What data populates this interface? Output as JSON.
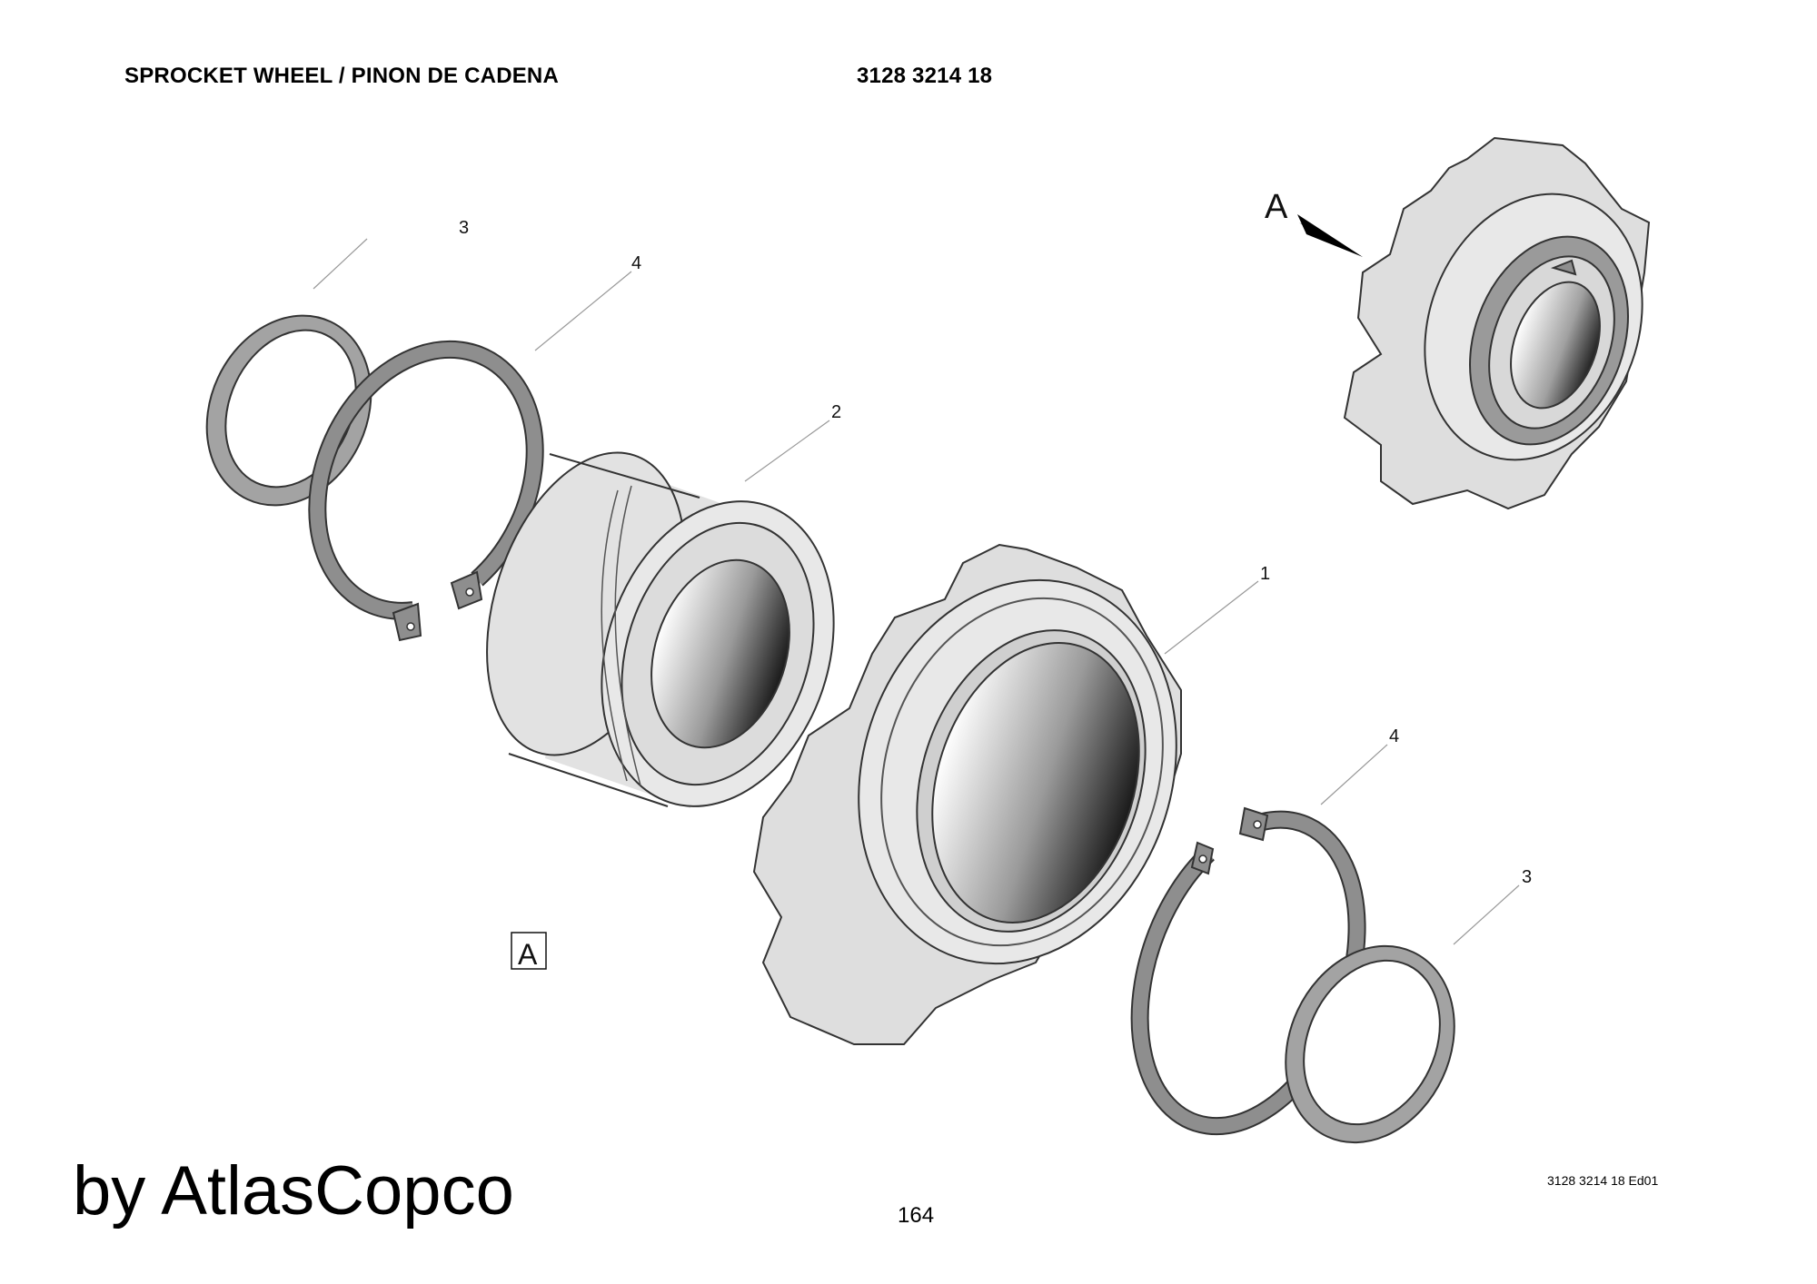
{
  "header": {
    "title": "SPROCKET WHEEL / PINON DE CADENA",
    "doc_number": "3128 3214 18"
  },
  "diagram": {
    "view_marker": "A",
    "view_box_label": "A",
    "callouts": {
      "c3_top": "3",
      "c4_top": "4",
      "c2": "2",
      "c1": "1",
      "c4_bottom": "4",
      "c3_bottom": "3"
    }
  },
  "footer": {
    "brand": "by AtlasCopco",
    "page_number": "164",
    "ref_code": "3128 3214 18 Ed01"
  },
  "colors": {
    "part_light": "#dcdcdc",
    "ring_gray": "#9a9a9a",
    "outline": "#333333"
  }
}
